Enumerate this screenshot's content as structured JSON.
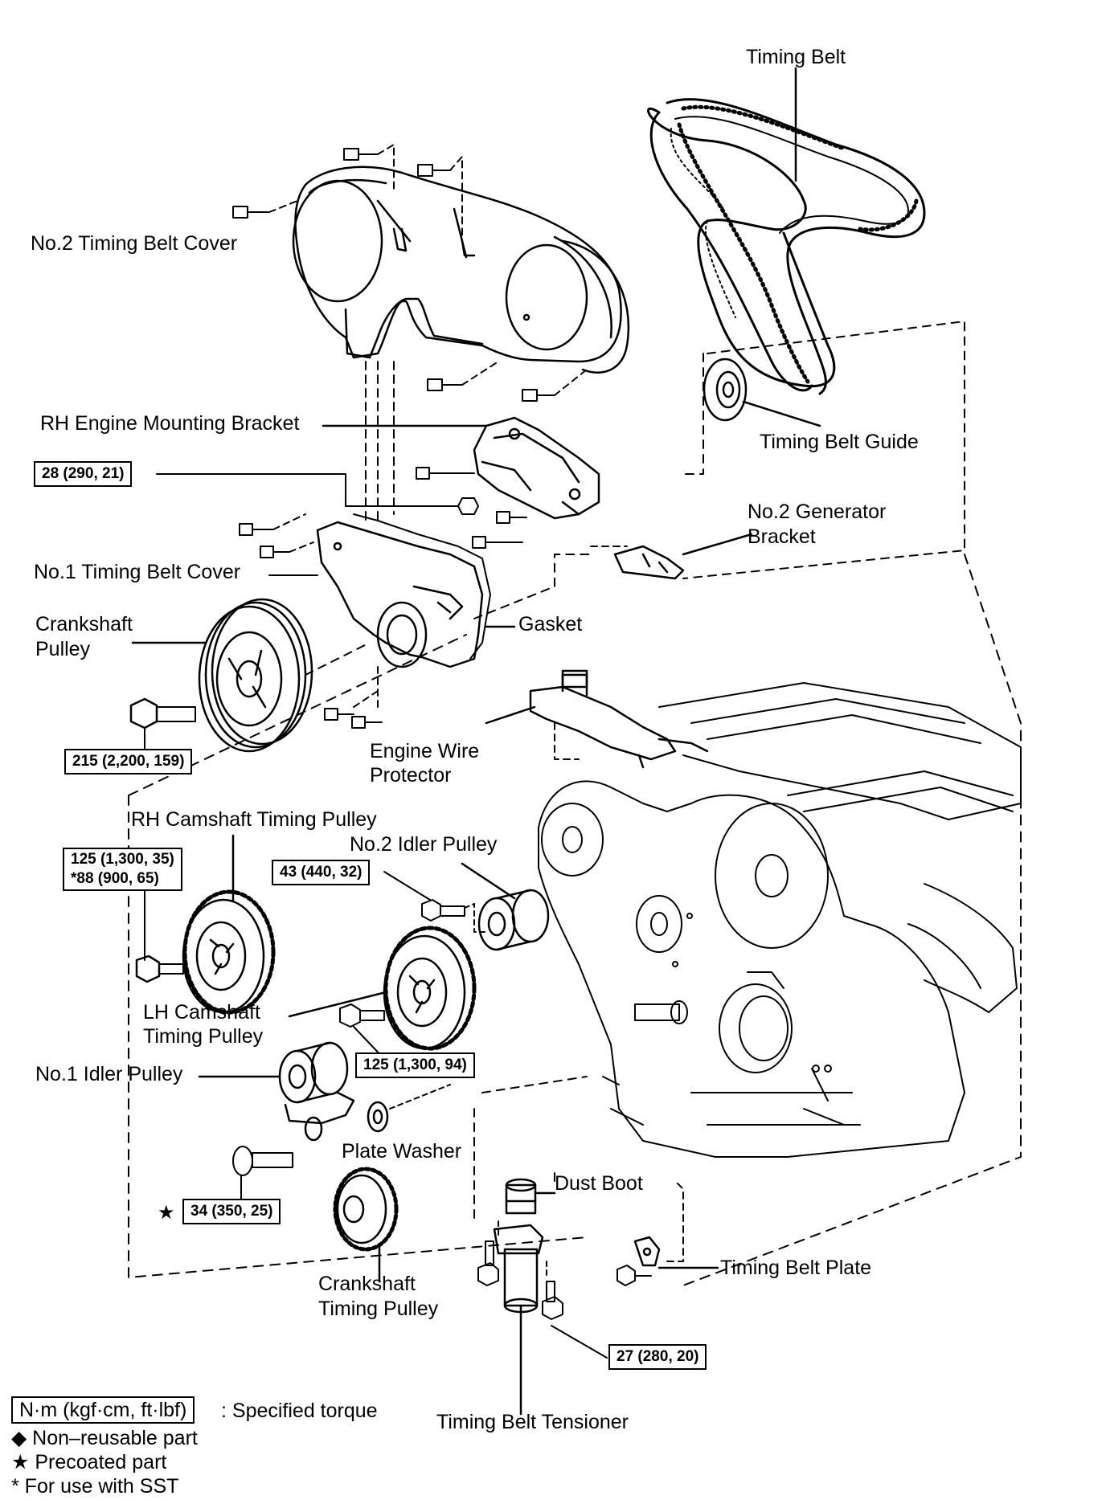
{
  "diagram": {
    "labels": {
      "timing_belt": "Timing Belt",
      "no2_timing_belt_cover": "No.2 Timing Belt Cover",
      "rh_engine_mounting_bracket": "RH Engine Mounting Bracket",
      "timing_belt_guide": "Timing Belt Guide",
      "no2_generator_bracket_line1": "No.2 Generator",
      "no2_generator_bracket_line2": "Bracket",
      "no1_timing_belt_cover": "No.1 Timing Belt Cover",
      "gasket": "Gasket",
      "crankshaft_pulley_line1": "Crankshaft",
      "crankshaft_pulley_line2": "Pulley",
      "engine_wire_protector_line1": "Engine Wire",
      "engine_wire_protector_line2": "Protector",
      "rh_camshaft_timing_pulley": "RH Camshaft Timing Pulley",
      "no2_idler_pulley": "No.2 Idler Pulley",
      "lh_camshaft_timing_pulley_line1": "LH Camshaft",
      "lh_camshaft_timing_pulley_line2": "Timing Pulley",
      "no1_idler_pulley": "No.1 Idler Pulley",
      "plate_washer": "Plate Washer",
      "dust_boot": "Dust Boot",
      "timing_belt_plate": "Timing Belt Plate",
      "crankshaft_timing_pulley_line1": "Crankshaft",
      "crankshaft_timing_pulley_line2": "Timing Pulley",
      "timing_belt_tensioner": "Timing Belt Tensioner"
    },
    "torque_specs": {
      "bracket_bolt": "28 (290, 21)",
      "crankshaft_pulley_bolt": "215 (2,200, 159)",
      "rh_camshaft_bolt_line1": "125 (1,300, 35)",
      "rh_camshaft_bolt_line2": "*88 (900, 65)",
      "no2_idler_bolt": "43 (440, 32)",
      "lh_camshaft_bolt": "125 (1,300, 94)",
      "no1_idler_bolt": "34 (350, 25)",
      "tensioner_bolt": "27 (280, 20)"
    },
    "star_marker": "★"
  },
  "legend": {
    "torque_units": "N·m (kgf·cm, ft·lbf)",
    "torque_desc": ": Specified torque",
    "non_reusable": "◆ Non–reusable part",
    "precoated": "★ Precoated part",
    "sst": "* For use with SST"
  }
}
